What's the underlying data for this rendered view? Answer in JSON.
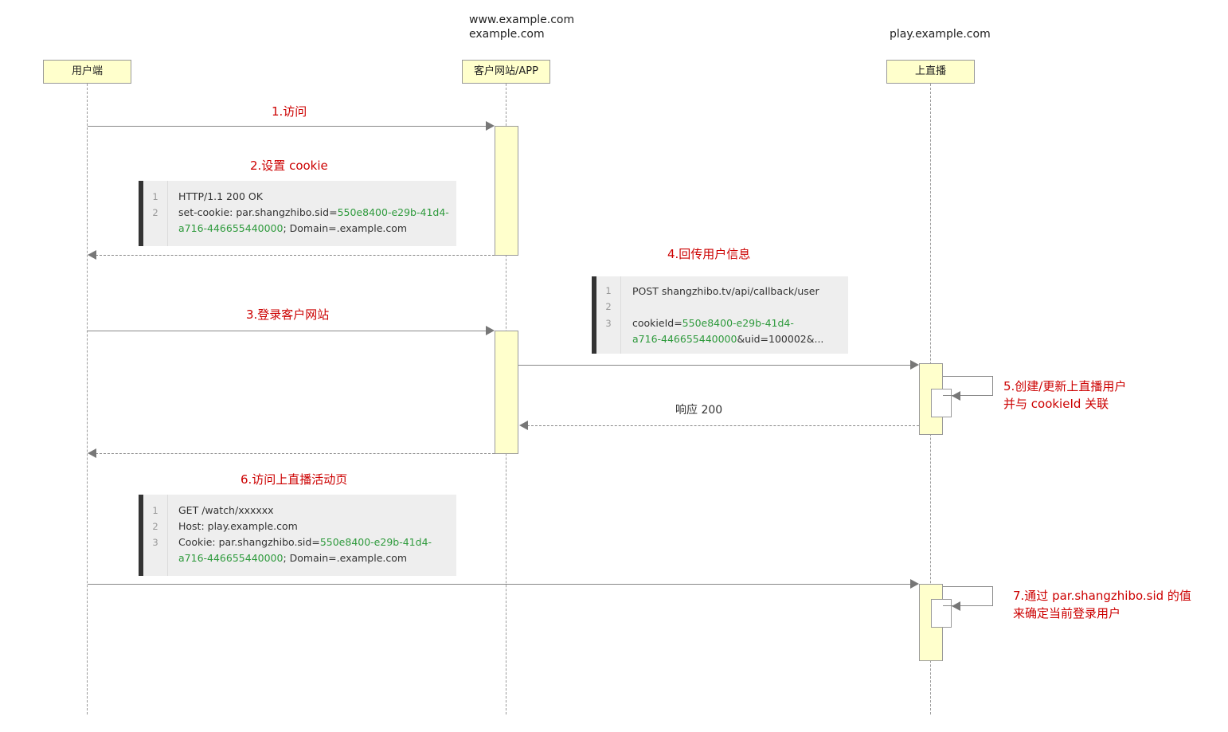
{
  "domains": {
    "middle_line1": "www.example.com",
    "middle_line2": "example.com",
    "right": "play.example.com"
  },
  "actors": {
    "user": "用户端",
    "client": "客户网站/APP",
    "live": "上直播"
  },
  "messages": {
    "m1": "1.访问",
    "m2": "2.设置 cookie",
    "m3": "3.登录客户网站",
    "m4": "4.回传用户信息",
    "response": "响应 200",
    "m6": "6.访问上直播活动页"
  },
  "notes": {
    "n5_line1": "5.创建/更新上直播用户",
    "n5_line2": "并与 cookieId 关联",
    "n7_line1": "7.通过 par.shangzhibo.sid 的值",
    "n7_line2": "来确定当前登录用户"
  },
  "code_blocks": {
    "set_cookie": {
      "ln1": "1",
      "ln2": "2",
      "line1": "HTTP/1.1 200 OK",
      "line2_prefix": "set-cookie: par.shangzhibo.sid=",
      "line2_value": "550e8400-e29b-41d4-",
      "line3_value": "a716-446655440000",
      "line3_suffix": "; Domain=.example.com"
    },
    "callback": {
      "ln1": "1",
      "ln2": "2",
      "ln3": "3",
      "line1": "POST shangzhibo.tv/api/callback/user",
      "line3_prefix": "cookieId=",
      "line3_value": "550e8400-e29b-41d4-",
      "line4_value": "a716-446655440000",
      "line4_suffix": "&uid=100002&..."
    },
    "watch": {
      "ln1": "1",
      "ln2": "2",
      "ln3": "3",
      "line1": "GET /watch/xxxxxx",
      "line2": "Host: play.example.com",
      "line3_prefix": "Cookie: par.shangzhibo.sid=",
      "line3_value": "550e8400-e29b-41d4-",
      "line4_value": "a716-446655440000",
      "line4_suffix": "; Domain=.example.com"
    }
  },
  "colors": {
    "actor_fill": "#ffffcc",
    "label_red": "#cc0000",
    "code_value_green": "#2e9a3c",
    "code_bg": "#eeeeee"
  }
}
